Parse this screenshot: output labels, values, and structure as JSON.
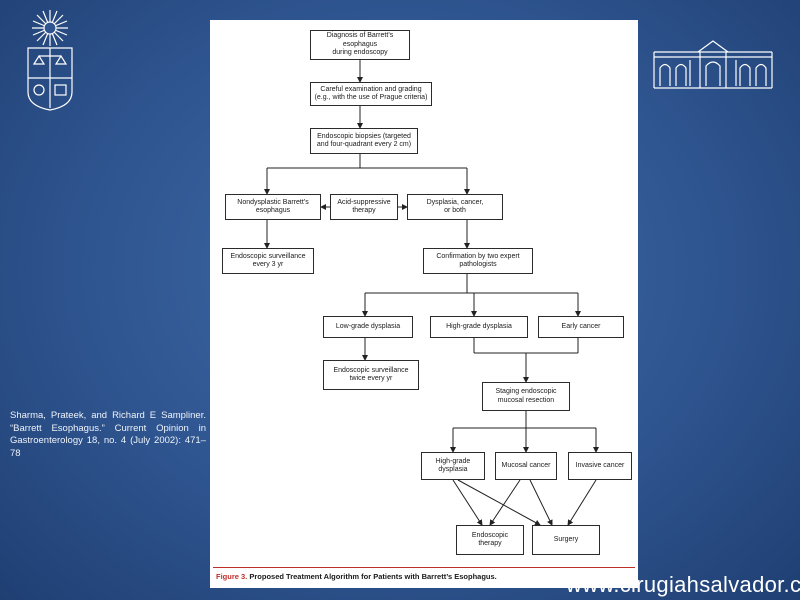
{
  "logos": {
    "left": {
      "icon": "university-shield-emblem",
      "color": "#ffffff"
    },
    "right": {
      "icon": "hospital-building-emblem",
      "color": "#ffffff"
    }
  },
  "citation": "Sharma, Prateek, and Richard E Sampliner. “Barrett Esophagus.” Current Opinion in Gastroenterology 18, no. 4 (July 2002): 471–78",
  "watermark": "www.cirugiahsalvador.cl",
  "figure": {
    "caption_label": "Figure 3.",
    "caption_title": "Proposed Treatment Algorithm for Patients with Barrett’s Esophagus.",
    "accent_color": "#c0302b",
    "nodes": [
      {
        "id": "diagnosis",
        "text": "Diagnosis of Barrett’s esophagus\nduring endoscopy"
      },
      {
        "id": "exam",
        "text": "Careful examination and grading\n(e.g., with the use of Prague criteria)"
      },
      {
        "id": "biopsies",
        "text": "Endoscopic biopsies (targeted\nand four-quadrant every 2 cm)"
      },
      {
        "id": "nondysplastic",
        "text": "Nondysplastic Barrett’s\nesophagus"
      },
      {
        "id": "acid",
        "text": "Acid-suppressive\ntherapy"
      },
      {
        "id": "dysplasia",
        "text": "Dysplasia, cancer,\nor both"
      },
      {
        "id": "surv3",
        "text": "Endoscopic surveillance\nevery 3 yr"
      },
      {
        "id": "confirm",
        "text": "Confirmation by two expert\npathologists"
      },
      {
        "id": "lgd",
        "text": "Low-grade dysplasia"
      },
      {
        "id": "hgd",
        "text": "High-grade dysplasia"
      },
      {
        "id": "early",
        "text": "Early cancer"
      },
      {
        "id": "surv2",
        "text": "Endoscopic surveillance\ntwice every yr"
      },
      {
        "id": "staging",
        "text": "Staging endoscopic\nmucosal resection"
      },
      {
        "id": "hgd2",
        "text": "High-grade\ndysplasia"
      },
      {
        "id": "mucosal",
        "text": "Mucosal cancer"
      },
      {
        "id": "invasive",
        "text": "Invasive cancer"
      },
      {
        "id": "endo",
        "text": "Endoscopic\ntherapy"
      },
      {
        "id": "surgery",
        "text": "Surgery"
      }
    ]
  }
}
